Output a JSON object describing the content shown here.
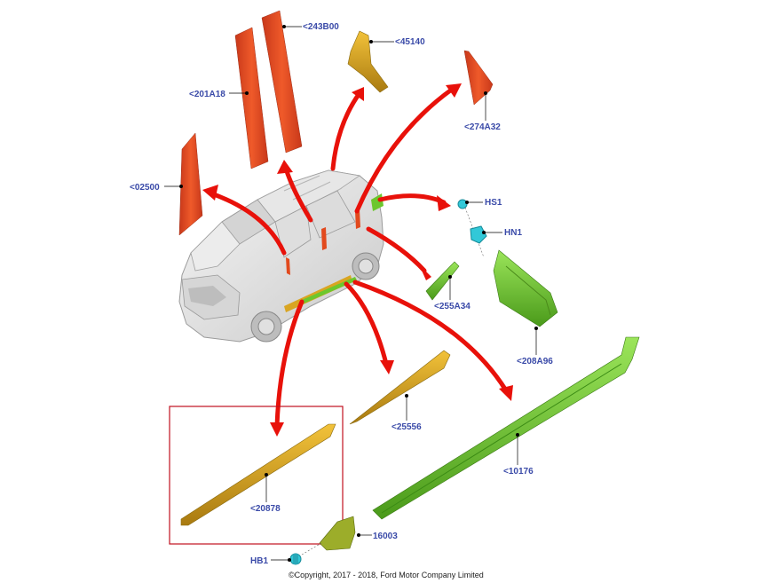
{
  "diagram": {
    "copyright": "©Copyright, 2017 - 2018, Ford Motor Company Limited",
    "callouts": {
      "p243B00": "<243B00",
      "p45140": "<45140",
      "p201A18": "<201A18",
      "p274A32": "<274A32",
      "p02500": "<02500",
      "HS1": "HS1",
      "HN1": "HN1",
      "p255A34": "<255A34",
      "p208A96": "<208A96",
      "p25556": "<25556",
      "p10176": "<10176",
      "p20878": "<20878",
      "p16003": "16003",
      "HB1": "HB1"
    },
    "colors": {
      "orange_red_trim": "#e24a1e",
      "yellow_moulding": "#d9a522",
      "green_moulding": "#6cc72d",
      "cyan_clip": "#32c8d8",
      "arrow_red": "#e8110a",
      "callout_text": "#3a4aa8",
      "highlight_box": "#c0101e"
    }
  }
}
